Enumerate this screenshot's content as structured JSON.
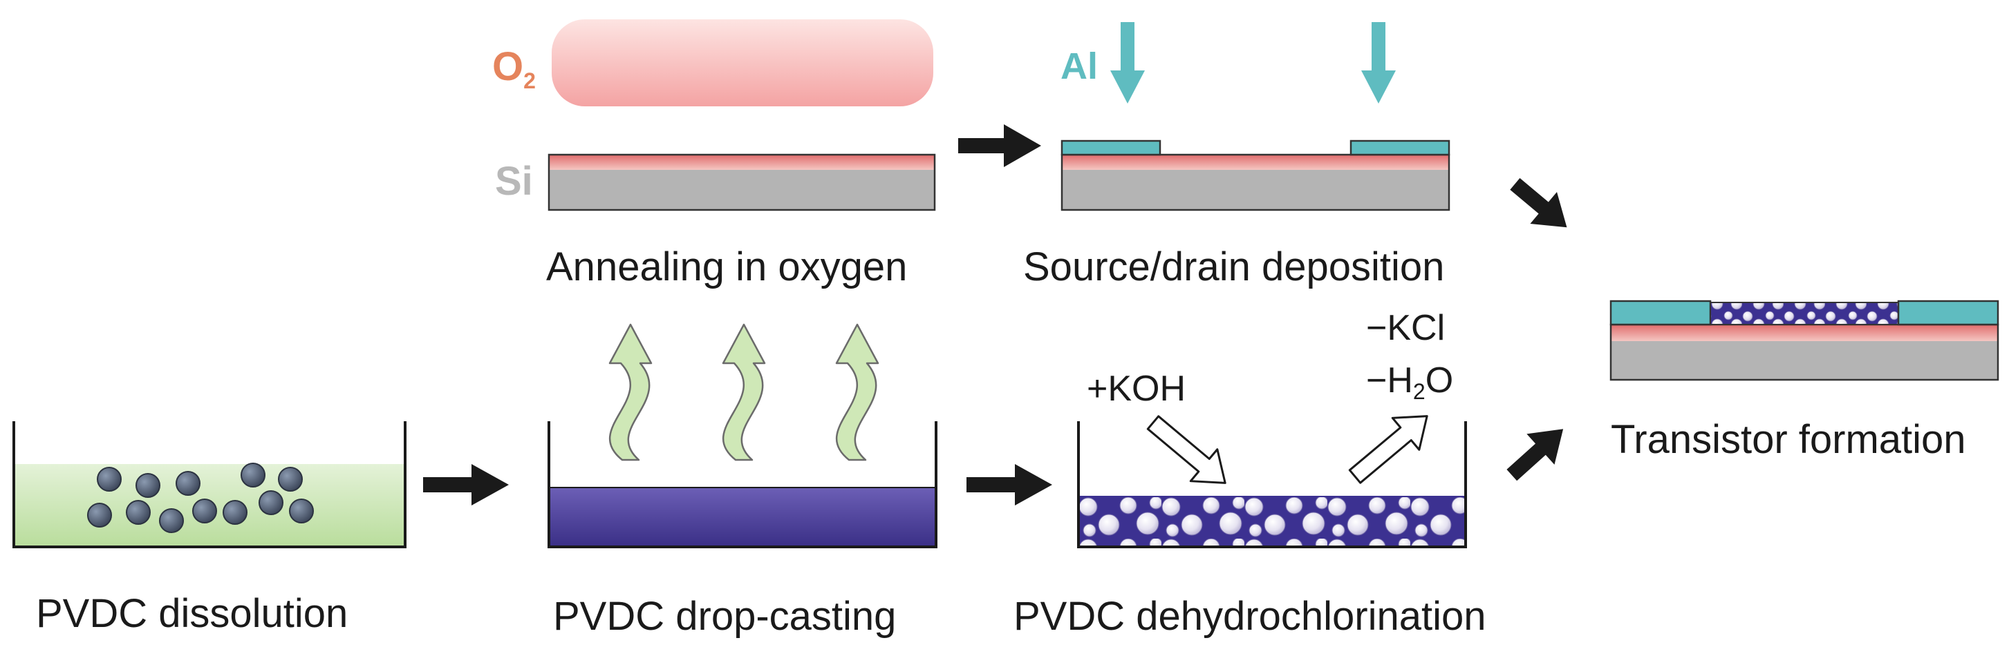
{
  "steps": {
    "annealing": "Annealing in oxygen",
    "source_drain": "Source/drain deposition",
    "transistor": "Transistor formation",
    "dissolution": "PVDC dissolution",
    "drop_casting": "PVDC drop-casting",
    "dehydrochlorination": "PVDC dehydrochlorination"
  },
  "labels": {
    "oxygen_main": "O",
    "oxygen_sub": "2",
    "silicon": "Si",
    "aluminum": "Al",
    "koh": "+KOH",
    "kcl": "−KCl",
    "water_pre": "−H",
    "water_sub": "2",
    "water_post": "O"
  },
  "colors": {
    "silicon": "#b4b4b4",
    "oxide": "#e57a7a",
    "oxygen_label": "#e5845c",
    "aluminum": "#5fbcc0",
    "pvdc_film": "#4a3c95",
    "solution": "#cfe8c0",
    "vapor_arrow": "#cfe8b7",
    "arrow": "#1a1a1a",
    "silicon_label": "#b8b8b8"
  }
}
